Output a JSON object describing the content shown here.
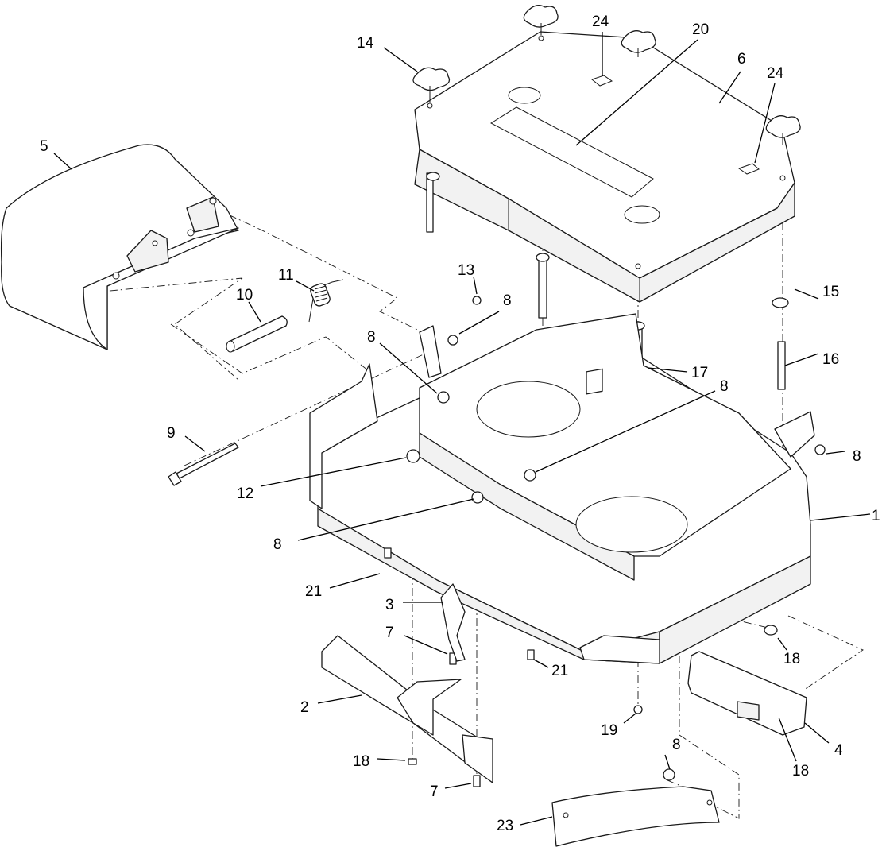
{
  "callouts": [
    {
      "id": "c1",
      "label": "1"
    },
    {
      "id": "c2",
      "label": "2"
    },
    {
      "id": "c3",
      "label": "3"
    },
    {
      "id": "c4",
      "label": "4"
    },
    {
      "id": "c5",
      "label": "5"
    },
    {
      "id": "c6",
      "label": "6"
    },
    {
      "id": "c7a",
      "label": "7"
    },
    {
      "id": "c7b",
      "label": "7"
    },
    {
      "id": "c8a",
      "label": "8"
    },
    {
      "id": "c8b",
      "label": "8"
    },
    {
      "id": "c8c",
      "label": "8"
    },
    {
      "id": "c8d",
      "label": "8"
    },
    {
      "id": "c8e",
      "label": "8"
    },
    {
      "id": "c8f",
      "label": "8"
    },
    {
      "id": "c9",
      "label": "9"
    },
    {
      "id": "c10",
      "label": "10"
    },
    {
      "id": "c11",
      "label": "11"
    },
    {
      "id": "c12",
      "label": "12"
    },
    {
      "id": "c13",
      "label": "13"
    },
    {
      "id": "c14",
      "label": "14"
    },
    {
      "id": "c15",
      "label": "15"
    },
    {
      "id": "c16",
      "label": "16"
    },
    {
      "id": "c17",
      "label": "17"
    },
    {
      "id": "c18a",
      "label": "18"
    },
    {
      "id": "c18b",
      "label": "18"
    },
    {
      "id": "c18c",
      "label": "18"
    },
    {
      "id": "c19",
      "label": "19"
    },
    {
      "id": "c20",
      "label": "20"
    },
    {
      "id": "c21a",
      "label": "21"
    },
    {
      "id": "c21b",
      "label": "21"
    },
    {
      "id": "c23",
      "label": "23"
    },
    {
      "id": "c24a",
      "label": "24"
    },
    {
      "id": "c24b",
      "label": "24"
    }
  ]
}
